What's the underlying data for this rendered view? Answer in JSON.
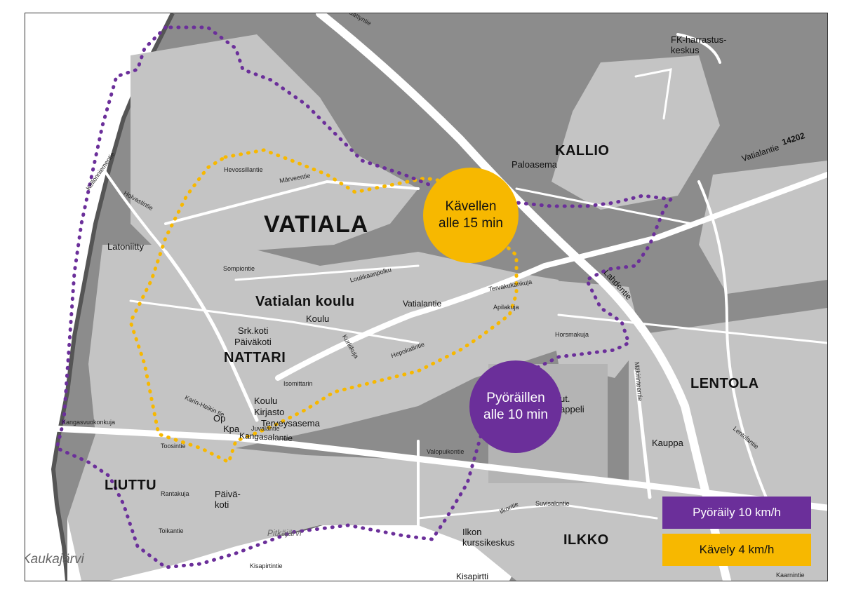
{
  "districts": {
    "vatiala": "VATIALA",
    "kallio": "KALLIO",
    "lentola": "LENTOLA",
    "nattari": "NATTARI",
    "liuttu": "LIUTTU",
    "ilkko": "ILKKO"
  },
  "school": "Vatialan koulu",
  "circles": {
    "walk": "Kävellen alle 15 min",
    "bike": "Pyöräillen alle 10 min"
  },
  "legend": {
    "bike": "Pyöräily 10 km/h",
    "walk": "Kävely 4 km/h"
  },
  "colors": {
    "walk": "#f7b800",
    "bike": "#6b2f9a",
    "ground": "#8c8c8c",
    "block": "#c4c4c4",
    "road": "#ffffff",
    "water": "#ffffff"
  },
  "pois": {
    "paloasema": "Paloasema",
    "fk": "FK-harrastus-keskus",
    "koulu": "Koulu",
    "srk": "Srk.koti",
    "paivakoti": "Päiväkoti",
    "koulu2": "Koulu",
    "kirjasto": "Kirjasto",
    "terveysasema": "Terveysasema",
    "op": "Op",
    "kpa": "Kpa",
    "kauppa": "Kauppa",
    "kappeli": "ut. appeli",
    "paivakoti2": "Päivä-koti",
    "latoniitty": "Latoniitty",
    "ilkon": "Ilkon kurssikeskus",
    "kisapirtti": "Kisapirtti"
  },
  "lakes": {
    "kaukajarvi": "Kaukajärvi",
    "pitkajarvi": "Pitkäjärvi"
  },
  "streets": {
    "vatialantie": "Vatialantie",
    "vatialantie2": "Vatialantie",
    "lahdentie": "Lahdentie",
    "kangasalantie": "Kangasalantie",
    "makirinteentie": "Mäkirinteentie",
    "holvastintie": "Holvastintie",
    "sompiontie": "Sompiontie",
    "marveentie": "Märveentie",
    "hevossillantie": "Hevossillantie",
    "loukkaanpolku": "Loukkaanpolku",
    "tervakukankuja": "Tervakukankuja",
    "lentolantie": "Lentolantie",
    "kaarnintie": "Kaarnintie",
    "toosintie": "Toosintie",
    "rantakuja": "Rantakuja",
    "toikantie": "Toikantie",
    "ilkontie": "Ilkontie",
    "suvisalontie": "Suvisalontie",
    "kisapirtintie": "Kisapirtintie",
    "kangasvuokonkuja": "Kangasvuokonkuja",
    "horsmakuja": "Horsmakuja",
    "valopuikontie": "Valopuikontie",
    "juvalantie": "Juvalantie",
    "karin_heikin": "Karin-Heikin tie",
    "kelloniementie": "Kellonniementie",
    "paattyntie": "Päättyntie",
    "road_no": "14202",
    "isomittarin": "Isomittarin",
    "kurkikuja": "Kurkikuja",
    "apilakuja": "Apilakuja",
    "horsmakuja2": "Hepokatintie"
  }
}
